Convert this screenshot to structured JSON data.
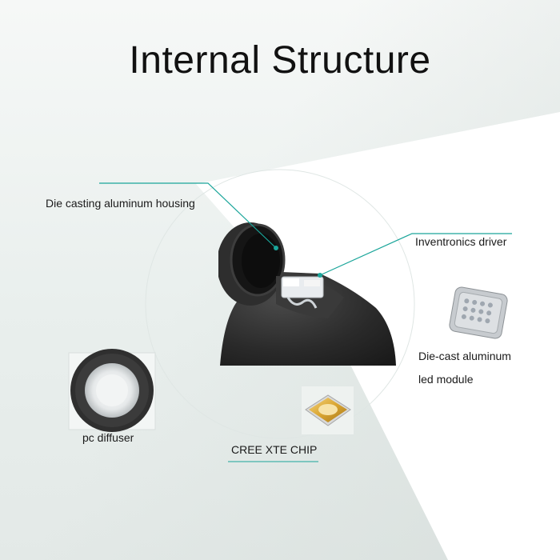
{
  "title": "Internal Structure",
  "labels": {
    "housing": "Die casting aluminum housing",
    "driver": "Inventronics driver",
    "module_line1": "Die-cast aluminum",
    "module_line2": "led module",
    "diffuser": "pc diffuser",
    "chip": "CREE XTE CHIP"
  },
  "colors": {
    "leader_line": "#1aa59a",
    "lamp_body": "#2b2b2b",
    "chip_gold": "#d9a531"
  }
}
